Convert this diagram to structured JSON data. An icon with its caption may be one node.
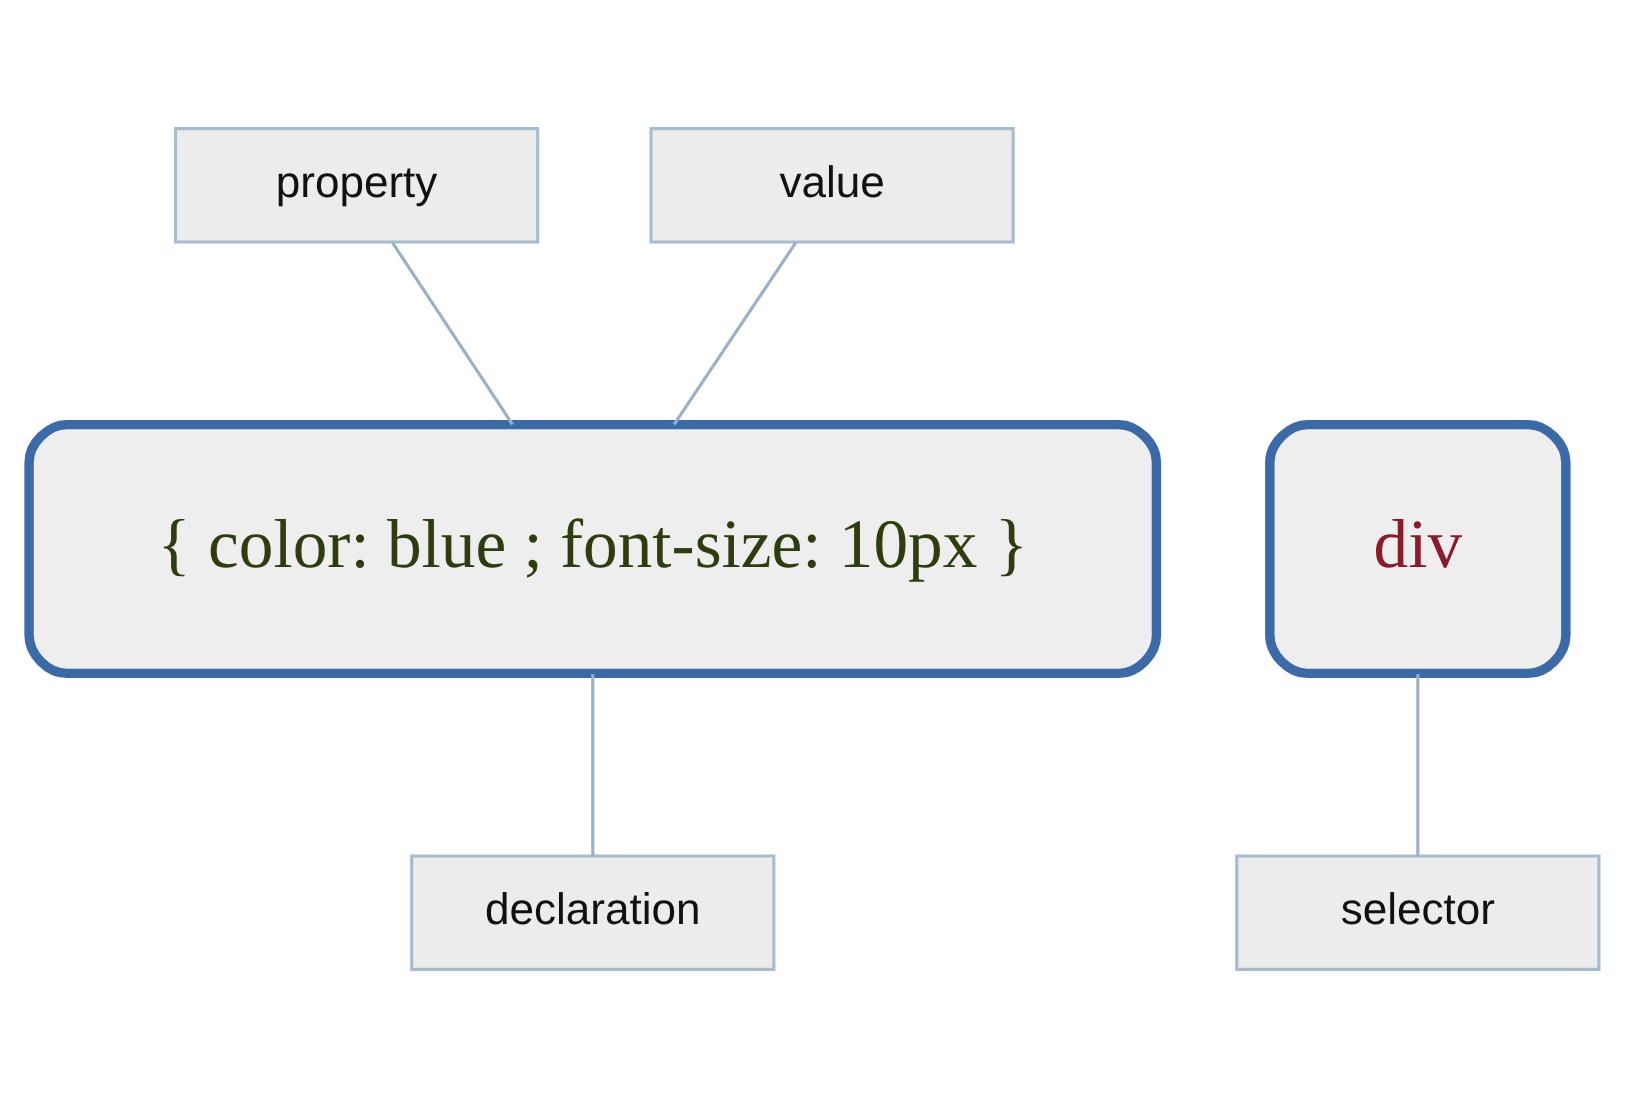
{
  "diagram": {
    "nodes": [
      {
        "text": [
          "property"
        ]
      },
      {
        "text": [
          "value"
        ]
      },
      {
        "text": [
          "div"
        ]
      },
      {
        "text": [
          "{ color: blue ; font-size: 10px }"
        ]
      },
      {
        "text": [
          "selector"
        ]
      },
      {
        "text": [
          "declaration"
        ]
      }
    ],
    "edges": [
      {
        "from": 0,
        "to": 3,
        "arrow": "none"
      },
      {
        "from": 1,
        "to": 3,
        "arrow": "none"
      },
      {
        "from": 4,
        "to": 2,
        "arrow": "none"
      },
      {
        "from": 5,
        "to": 3,
        "arrow": "none"
      }
    ]
  }
}
